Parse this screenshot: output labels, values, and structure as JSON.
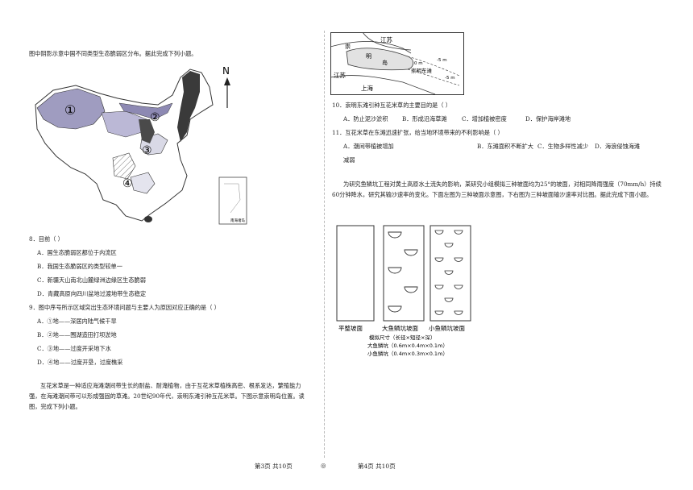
{
  "left": {
    "intro": "图中阴影示意中国不同类型生态脆弱区分布。据此完成下列小题。",
    "map_labels": {
      "north": "N",
      "r1": "①",
      "r2": "②",
      "r3": "③",
      "r4": "④",
      "inset": "南海诸岛"
    },
    "q8": {
      "stem": "8．目前（ ）",
      "options": [
        "A．国生态脆弱区都位于内流区",
        "B．我国生态脆弱区的类型较单一",
        "C．新疆天山南北山麓绿洲边缘区生态脆弱",
        "D．青藏高原向四川盆地过渡地带生态稳定"
      ]
    },
    "q9": {
      "stem": "9．图中序号所示区域突出生态环境问题与主要人为原因对应正确的是（ ）",
      "options": [
        "A．①地——深居内陆气候干旱",
        "B．②地——围湖造田打坝淤地",
        "C．③地——过度开采地下水",
        "D．④地——过度开垦，过度樵采"
      ]
    },
    "passage": "互花米草是一种适应海滩潮间带生长的耐盐、耐淹植物，由于互花米草植株高密、根系发达，繁殖能力强，在海滩潮间带可以形成强固的草滩。20世纪90年代，崇明东滩引种互花米草。下图示意崇明岛位置。读图，完成下列小题。"
  },
  "right": {
    "map_labels": {
      "jiangsu_top": "江苏",
      "jiangsu_left": "江苏",
      "chong": "崇",
      "ming": "明",
      "dao": "岛",
      "dongtan": "崇明东滩",
      "shanghai": "上海",
      "d0": "0 m",
      "d5a": "-5 m",
      "d5b": "-5 m"
    },
    "q10": {
      "stem": "10．崇明东滩引种互花米草的主要目的是（ ）",
      "options": [
        "A．防止泥沙淤积",
        "B．形成沿海草滩",
        "C．增加植被密度",
        "D．保护海岸滩地"
      ]
    },
    "q11": {
      "stem": "11．互花米草在东滩迅速扩张，给当地环境带来的不利影响是（ ）",
      "options": [
        "A．潮间带植被增加",
        "B．东滩面积不断扩大",
        "C．生物多样性减少",
        "D．海浪侵蚀海滩"
      ],
      "option_d_wrap": "减弱"
    },
    "passage": "为研究鱼鳞坑工程对黄土高原水土流失的影响，某研究小组模拟三种坡面均为25°的坡面，对相同降雨强度（70mm/h）持续60分钟降水，研究其输沙速率的变化。下面左图为三种坡面示意图，下右图为三种坡面输沙速率对比图。据此完成下面小题。",
    "diagram": {
      "labels": [
        "平整坡面",
        "大鱼鳞坑坡面",
        "小鱼鳞坑坡面"
      ],
      "size_title": "模拟尺寸（长径×短径×深）",
      "big": "大鱼鳞坑（0.6m×0.4m×0.1m）",
      "small": "小鱼鳞坑（0.4m×0.3m×0.1m）"
    }
  },
  "footer": {
    "left": "第3页 共10页",
    "center": "◎",
    "right": "第4页 共10页"
  }
}
